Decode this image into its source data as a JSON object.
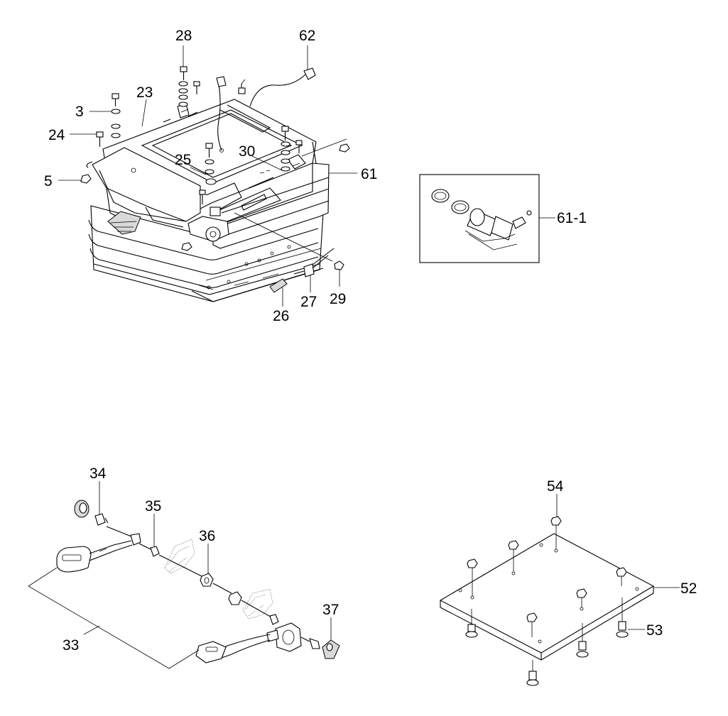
{
  "callouts": {
    "c28": "28",
    "c62": "62",
    "c23": "23",
    "c3": "3",
    "c24": "24",
    "c25": "25",
    "c30": "30",
    "c61": "61",
    "c5": "5",
    "c29": "29",
    "c27": "27",
    "c26": "26",
    "c61_1": "61-1",
    "c34": "34",
    "c35": "35",
    "c36": "36",
    "c37": "37",
    "c33": "33",
    "c54": "54",
    "c52": "52",
    "c53": "53"
  }
}
